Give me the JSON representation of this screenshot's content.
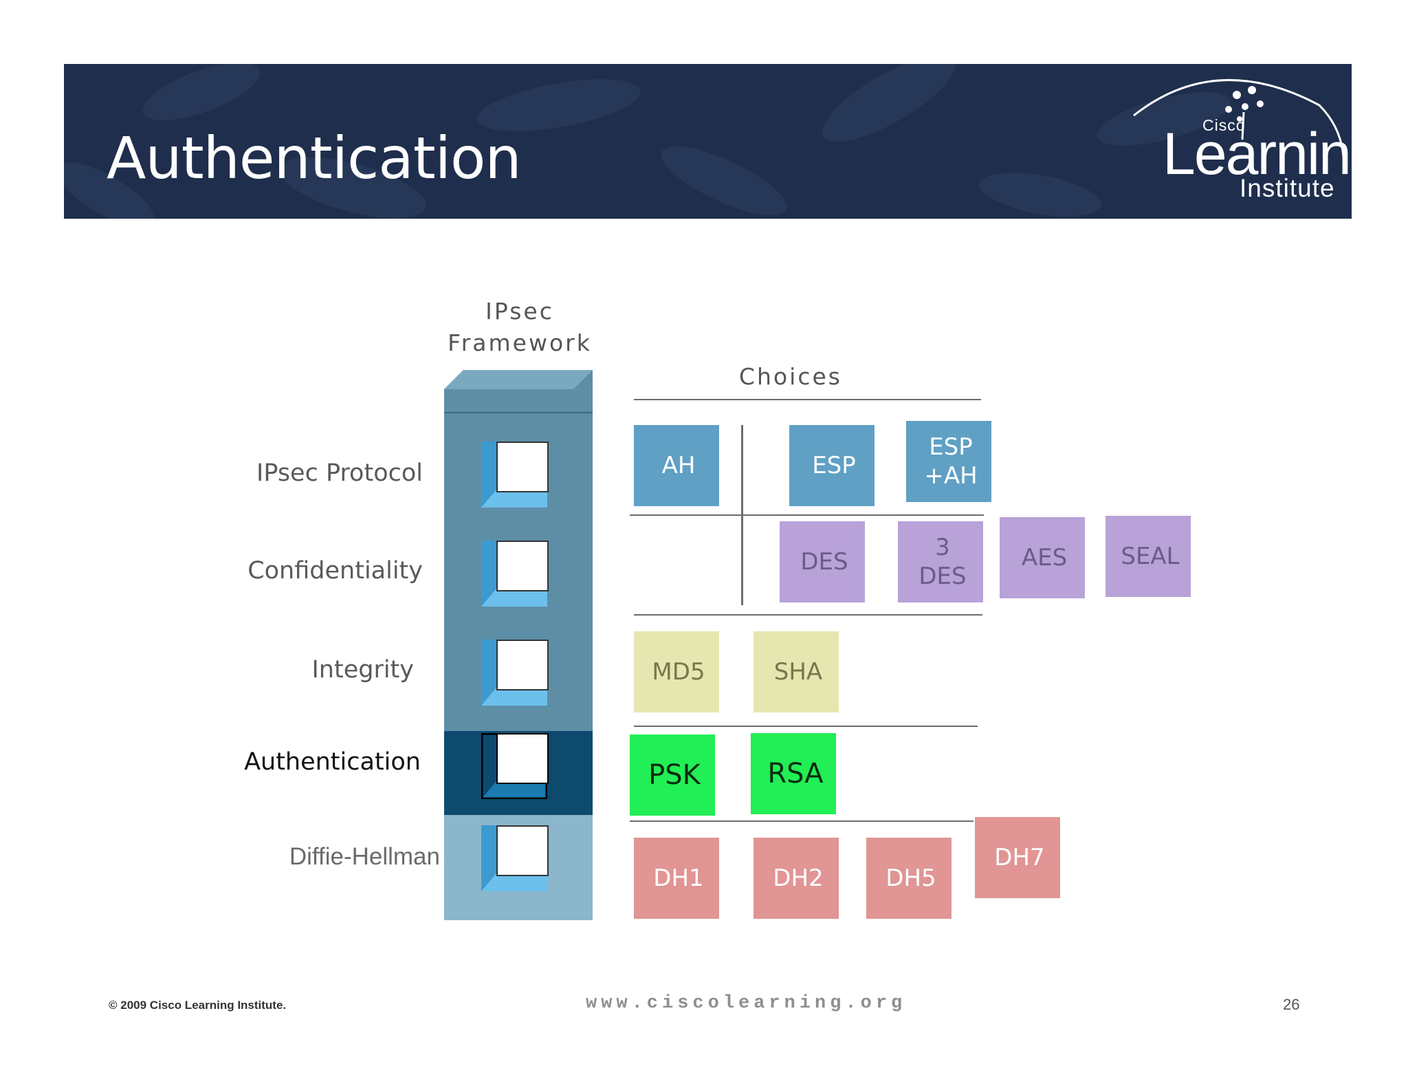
{
  "slide": {
    "title": "Authentication",
    "page_number": "26",
    "copyright": "© 2009 Cisco Learning Institute.",
    "url": "www.ciscolearning.org"
  },
  "logo": {
    "cisco": "Cisco",
    "learning": "Learning",
    "institute": "Institute"
  },
  "diagram": {
    "framework_header": "IPsec\nFramework",
    "choices_header": "Choices",
    "rows": [
      {
        "label": "IPsec Protocol"
      },
      {
        "label": "Confidentiality"
      },
      {
        "label": "Integrity"
      },
      {
        "label": "Authentication",
        "selected": true
      },
      {
        "label": "Diffie-Hellman"
      }
    ],
    "choices": {
      "protocol": [
        "AH",
        "ESP",
        "ESP\n+AH"
      ],
      "confidentiality": [
        "DES",
        "3\nDES",
        "AES",
        "SEAL"
      ],
      "integrity": [
        "MD5",
        "SHA"
      ],
      "authentication": [
        "PSK",
        "RSA"
      ],
      "diffie_hellman": [
        "DH1",
        "DH2",
        "DH5",
        "DH7"
      ]
    }
  },
  "colors": {
    "banner": "#1f2e4c",
    "tower": "#5d8ea5",
    "tower_selected": "#0d4a6e",
    "protocol": "#5fa0c4",
    "confidentiality": "#b8a2d8",
    "integrity": "#e6e6b0",
    "authentication": "#22ee55",
    "diffie_hellman": "#e19595"
  }
}
